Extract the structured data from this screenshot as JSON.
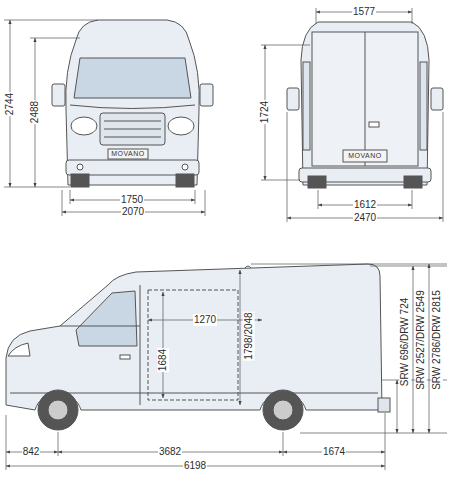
{
  "diagram": {
    "labels": [
      "1577",
      "2744",
      "2488",
      "1724",
      "MOVANO",
      "MOVANO",
      "1750",
      "2070",
      "1612",
      "2470",
      "1270",
      "1684",
      "1798/2048",
      "SRW 696/DRW 724",
      "SRW 2527/DRW 2549",
      "SRW 2786/DRW 2815",
      "842",
      "3682",
      "1674",
      "6198"
    ]
  }
}
